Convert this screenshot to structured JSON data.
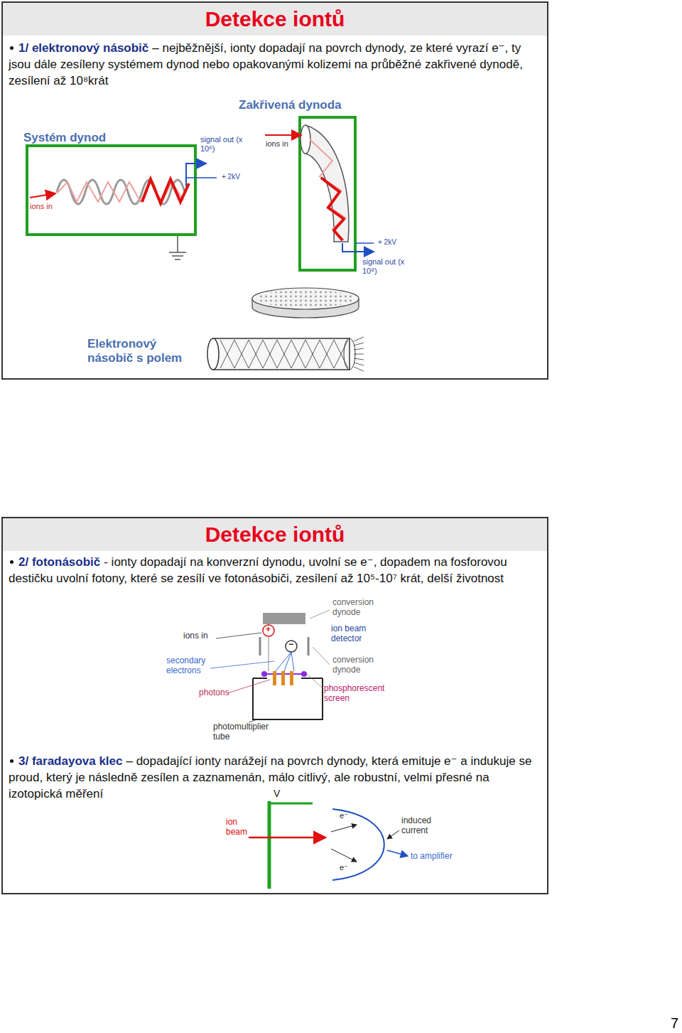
{
  "diagram": {
    "nodes": [
      {
        "text": [
          "Detekce iontů",
          "1/ elektronový násobič",
          "– nejběžnější, ionty dopadají na povrch dynody, ze které vyrazí e⁻, ty jsou dále zesíleny systémem dynod nebo opakovanými kolizemi na průběžné zakřivené dynodě, zesílení až 10⁸krát"
        ]
      },
      {
        "text": [
          "Detekce iontů",
          "2/ fotonásobič",
          "- ionty dopadají na konverzní dynodu, uvolní se e⁻, dopadem na fosforovou destičku uvolní fotony, které se zesílí ve fotonásobiči, zesílení až 10⁵-10⁷ krát, delší životnost",
          "3/ faradayova klec",
          "– dopadající ionty narážejí na povrch dynody, která emituje e⁻ a indukuje se proud, který je následně zesílen a zaznamenán, málo citlivý, ale robustní, velmi přesné na izotopická měření"
        ]
      }
    ],
    "labels": [
      "Zakřivená dynoda",
      "Systém dynod",
      "signal out (x 10⁶)",
      "+ 2kV",
      "ions in",
      "ions in",
      "+ 2kV",
      "signal out (x 10⁸)",
      "Elektronový násobič s polem",
      "conversion dynode",
      "ions in",
      "+",
      "−",
      "ion beam detector",
      "secondary electrons",
      "conversion dynode",
      "photons",
      "phosphorescent screen",
      "photomultiplier tube",
      "V",
      "ion beam",
      "e⁻",
      "e⁻",
      "induced current",
      "to amplifier",
      "7"
    ]
  }
}
